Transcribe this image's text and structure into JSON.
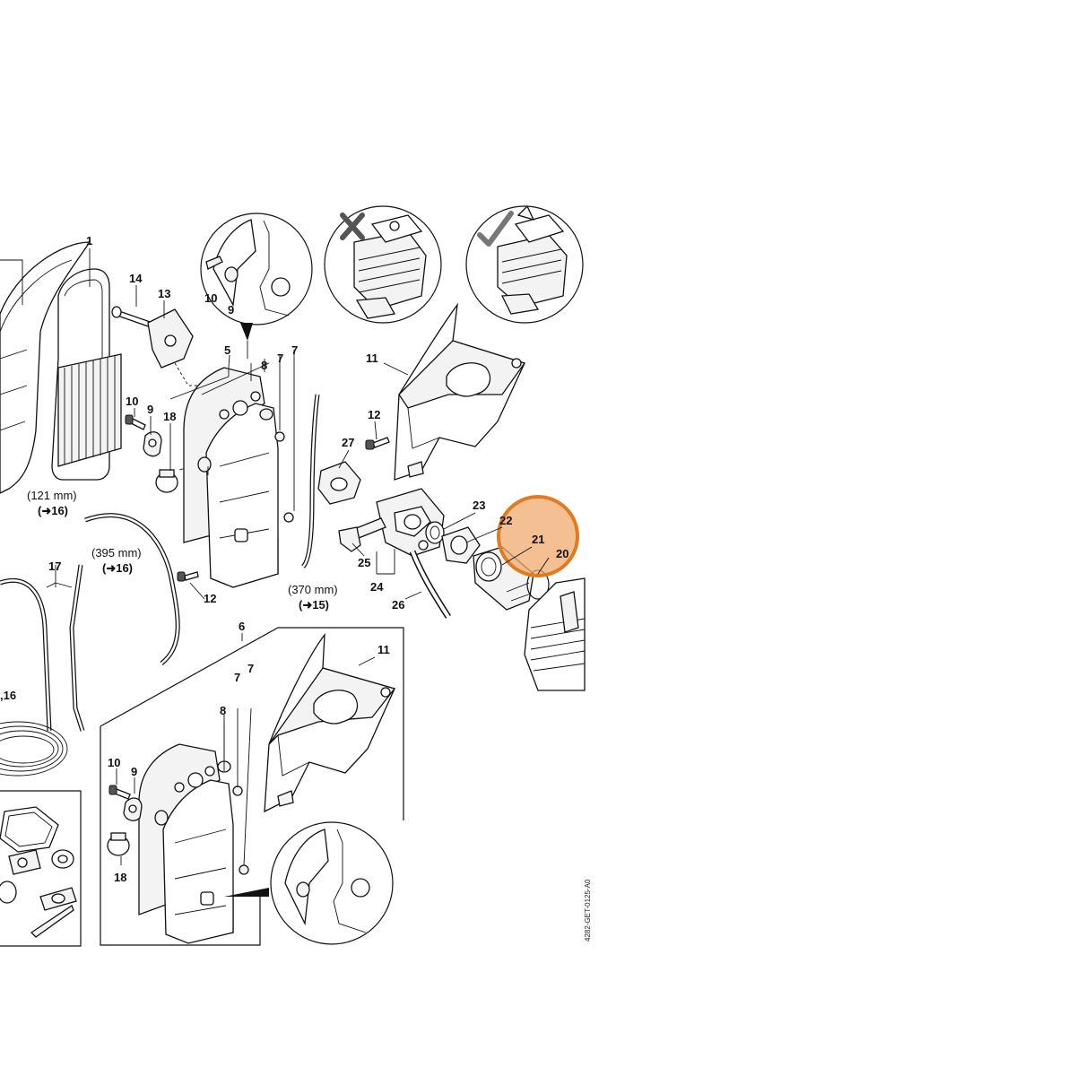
{
  "parts": {
    "p1": "1",
    "p5": "5",
    "p6": "6",
    "p7a": "7",
    "p7b": "7",
    "p7c": "7",
    "p7d": "7",
    "p8a": "8",
    "p8b": "8",
    "p9a": "9",
    "p9b": "9",
    "p9c": "9",
    "p10a": "10",
    "p10b": "10",
    "p10c": "10",
    "p11a": "11",
    "p11b": "11",
    "p12a": "12",
    "p12b": "12",
    "p13": "13",
    "p14": "14",
    "p16": ",16",
    "p17": "17",
    "p18a": "18",
    "p18b": "18",
    "p20": "20",
    "p21": "21",
    "p22": "22",
    "p23": "23",
    "p24": "24",
    "p25": "25",
    "p26": "26",
    "p27": "27"
  },
  "dimensions": {
    "d121": "(121 mm)",
    "d395": "(395 mm)",
    "d370": "(370 mm)"
  },
  "references": {
    "r16a": "(➜16)",
    "r16b": "(➜16)",
    "r15": "(➜15)"
  },
  "drawing_code": "4282-GET-0125-A0",
  "highlight": {
    "color": "#e07b1f",
    "fill": "#f0a96e"
  },
  "icons": [
    "cross-mark-icon",
    "check-mark-icon"
  ]
}
